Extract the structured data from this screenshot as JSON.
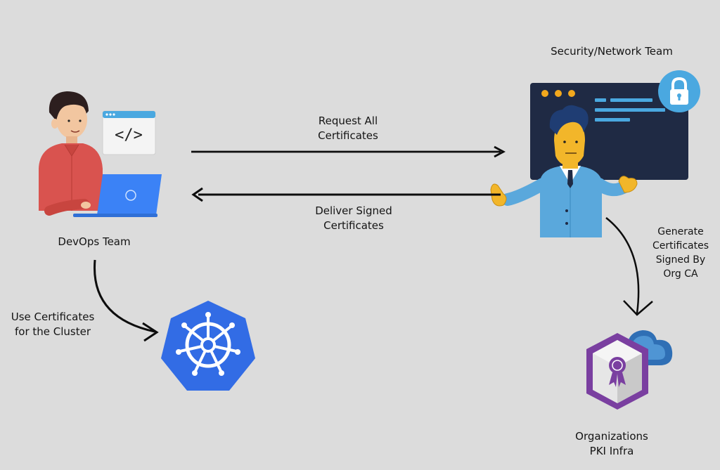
{
  "colors": {
    "background": "#dcdcdc",
    "arrow": "#0d0d0d",
    "kubernetes_blue": "#326ce5",
    "dark_panel": "#1f2a44",
    "lock_blue": "#4aa8e0",
    "laptop_blue": "#3b82f6",
    "shirt_red": "#d9534f",
    "suit_blue": "#5aa8dc",
    "pki_purple": "#7a3fa0"
  },
  "actors": {
    "devops": {
      "label": "DevOps Team"
    },
    "security": {
      "label": "Security/Network Team"
    },
    "pki": {
      "label_line1": "Organizations",
      "label_line2": "PKI Infra"
    }
  },
  "flows": {
    "request": {
      "line1": "Request All",
      "line2": "Certificates"
    },
    "deliver": {
      "line1": "Deliver Signed",
      "line2": "Certificates"
    },
    "generate": {
      "line1": "Generate",
      "line2": "Certificates",
      "line3": "Signed By",
      "line4": "Org CA"
    },
    "use": {
      "line1": "Use Certificates",
      "line2": "for the Cluster"
    }
  },
  "icons": {
    "code_window": "</>"
  }
}
